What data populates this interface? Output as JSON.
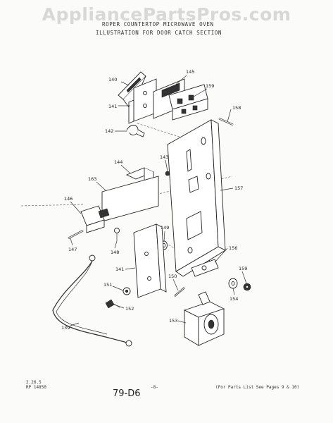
{
  "watermark": "AppliancePartsPros.com",
  "header": {
    "line1": "ROPER COUNTERTOP MICROWAVE OVEN",
    "line2": "ILLUSTRATION FOR DOOR CATCH SECTION"
  },
  "part_labels": [
    {
      "id": "140",
      "text": "140"
    },
    {
      "id": "145",
      "text": "145"
    },
    {
      "id": "159a",
      "text": "159"
    },
    {
      "id": "141a",
      "text": "141"
    },
    {
      "id": "158",
      "text": "158"
    },
    {
      "id": "142",
      "text": "142"
    },
    {
      "id": "143",
      "text": "143"
    },
    {
      "id": "144",
      "text": "144"
    },
    {
      "id": "163",
      "text": "163"
    },
    {
      "id": "157",
      "text": "157"
    },
    {
      "id": "146",
      "text": "146"
    },
    {
      "id": "149",
      "text": "149"
    },
    {
      "id": "147",
      "text": "147"
    },
    {
      "id": "148",
      "text": "148"
    },
    {
      "id": "156",
      "text": "156"
    },
    {
      "id": "141b",
      "text": "141"
    },
    {
      "id": "159b",
      "text": "159"
    },
    {
      "id": "150",
      "text": "150"
    },
    {
      "id": "151",
      "text": "151"
    },
    {
      "id": "154",
      "text": "154"
    },
    {
      "id": "152",
      "text": "152"
    },
    {
      "id": "153",
      "text": "153"
    },
    {
      "id": "139",
      "text": "139"
    }
  ],
  "footer": {
    "code1": "2.26.5",
    "code2": "RP 14850",
    "page": "-8-",
    "note": "(For Parts List See Pages 9 & 10)",
    "handwritten": "79-D6"
  }
}
